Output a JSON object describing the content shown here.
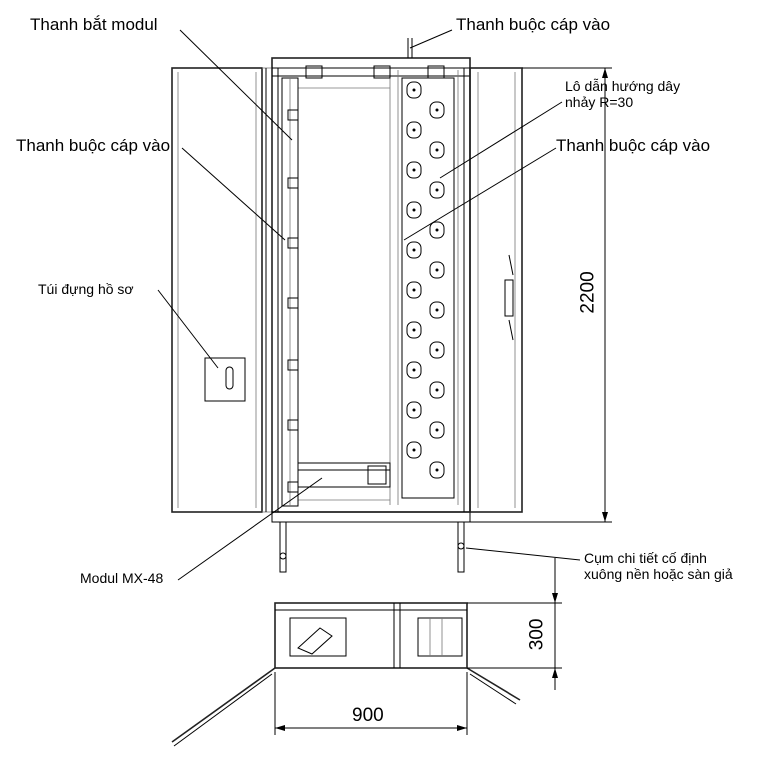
{
  "labels": {
    "thanh_bat_modul": "Thanh bắt modul",
    "thanh_buoc_cap_vao_top": "Thanh buộc cáp vào",
    "lo_dan_huong_line1": "Lô dẫn hướng dây",
    "lo_dan_huong_line2": "nhảy R=30",
    "thanh_buoc_cap_vao_right": "Thanh buộc cáp vào",
    "thanh_buoc_cap_vao_left": "Thanh buộc cáp vào",
    "tui_dung_ho_so": "Túi đựng hồ sơ",
    "modul_mx48": "Modul MX-48",
    "cum_chi_tiet_line1": "Cụm chi tiết cố định",
    "cum_chi_tiet_line2": "xuông nền hoặc sàn giả"
  },
  "dimensions": {
    "height": "2200",
    "depth": "300",
    "width": "900"
  }
}
